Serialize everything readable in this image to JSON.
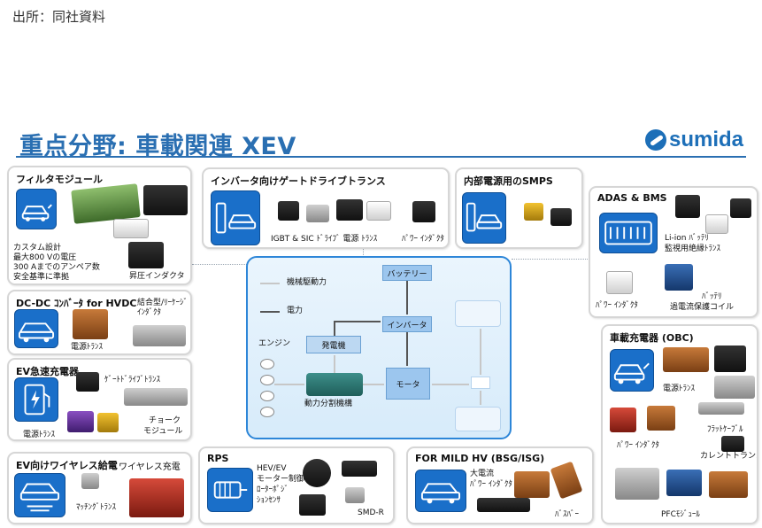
{
  "source": "出所：同社資料",
  "title": "重点分野: 車載関連 XEV",
  "logo": {
    "text": "sumida",
    "icon": "sumida-logo-icon"
  },
  "panels": {
    "filter": {
      "title": "フィルタモジュール",
      "desc1": "カスタム設計",
      "desc2": "最大800 Vの電圧",
      "desc3": "300 Aまでのアンペア数",
      "desc4": "安全基準に準拠",
      "label_boost": "昇圧インダクタ"
    },
    "gate": {
      "title": "インバータ向けゲートドライブトランス",
      "label": "IGBT & SIC ﾄﾞﾗｲﾌﾞ 電源 ﾄﾗﾝｽ",
      "label2": "ﾊﾟﾜｰ ｲﾝﾀﾞｸﾀ"
    },
    "smps": {
      "title": "内部電源用のSMPS"
    },
    "adas": {
      "title": "ADAS & BMS",
      "label_liion1": "Li-ion ﾊﾞｯﾃﾘ",
      "label_liion2": "監視用絶縁ﾄﾗﾝｽ",
      "label_pi": "ﾊﾟﾜｰ ｲﾝﾀﾞｸﾀ",
      "label_bat1": "ﾊﾞｯﾃﾘ",
      "label_bat2": "過電流保護コイル"
    },
    "dcdc": {
      "title": "DC-DC ｺﾝﾊﾞｰﾀ for HVDC",
      "label_coupled1": "結合型/ﾘｰｹｰｼﾞ",
      "label_coupled2": "ｲﾝﾀﾞｸﾀ",
      "label_power": "電源ﾄﾗﾝｽ"
    },
    "evq": {
      "title": "EV急速充電器",
      "label_gate": "ｹﾞｰﾄﾄﾞﾗｲﾌﾞﾄﾗﾝｽ",
      "label_choke1": "チョーク",
      "label_choke2": "モジュール",
      "label_power": "電源ﾄﾗﾝｽ"
    },
    "obc": {
      "title": "車載充電器 (OBC)",
      "label_power": "電源ﾄﾗﾝｽ",
      "label_flat": "ﾌﾗｯﾄｹｰﾌﾞﾙ",
      "label_pi": "ﾊﾟﾜｰ ｲﾝﾀﾞｸﾀ",
      "label_current": "カレントトランス",
      "label_pfc": "PFCﾓｼﾞｭｰﾙ"
    },
    "wpt": {
      "title": "EV向けワイヤレス給電",
      "label_charge": "ワイヤレス充電",
      "label_match": "ﾏｯﾁﾝｸﾞﾄﾗﾝｽ"
    },
    "rps": {
      "title": "RPS",
      "label1": "HEV/EV",
      "label2": "モーター制御･",
      "label3": "ﾛｰﾀｰﾎﾟｼﾞ",
      "label4": "ｼｮﾝｾﾝｻ",
      "label_smd": "SMD-R"
    },
    "mild": {
      "title": "FOR MILD HV (BSG/ISG)",
      "label1": "大電流",
      "label2": "ﾊﾟﾜｰ ｲﾝﾀﾞｸﾀ",
      "label_bus": "ﾊﾞｽﾊﾞｰ"
    }
  },
  "center": {
    "legend_mech": "機械駆動力",
    "legend_elec": "電力",
    "engine": "エンジン",
    "generator": "発電機",
    "split": "動力分割機構",
    "battery": "バッテリー",
    "inverter": "インバータ",
    "motor": "モータ"
  },
  "colors": {
    "accent": "#2a6fb2",
    "icon_blue": "#1a6fc9"
  }
}
